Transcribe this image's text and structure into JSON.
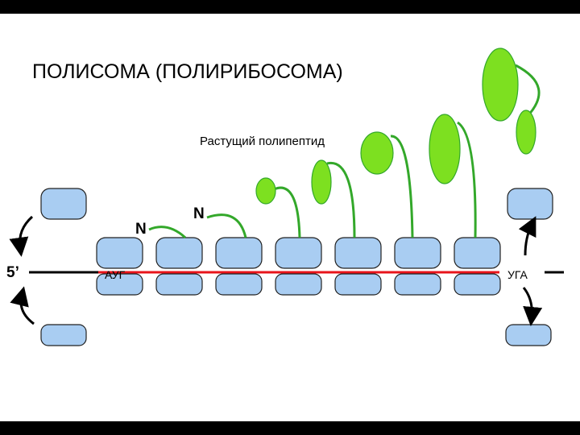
{
  "slide": {
    "title": "ПОЛИСОМА (ПОЛИРИБОСОМА)",
    "polypeptide_label": "Растущий полипептид",
    "n_terminus_label": "N",
    "five_prime_label": "5’",
    "start_codon": "АУГ",
    "stop_codon": "УГА"
  },
  "colors": {
    "ribosome_fill": "#a9cdf2",
    "ribosome_stroke": "#222222",
    "mrna": "#e8141b",
    "polypeptide_fill": "#7de020",
    "polypeptide_stroke": "#33a82a",
    "background": "#ffffff",
    "frame": "#000000"
  },
  "ribosome_count_on_mrna": 7
}
